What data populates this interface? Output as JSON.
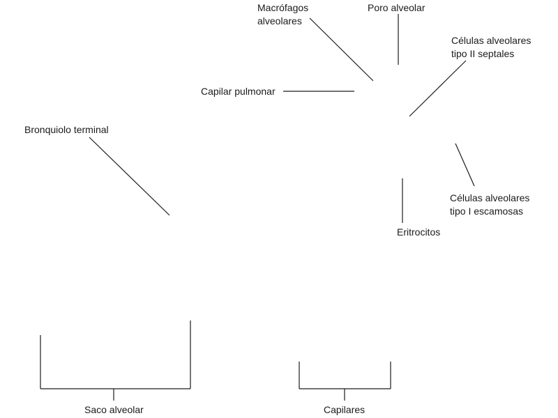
{
  "labels": {
    "macrofagos": [
      "Macrófagos",
      "alveolares"
    ],
    "poro": "Poro alveolar",
    "celulas_tipo2": [
      "Células alveolares",
      "tipo II septales"
    ],
    "capilar": "Capilar pulmonar",
    "bronquiolo": "Bronquiolo terminal",
    "celulas_tipo1": [
      "Células alveolares",
      "tipo I escamosas"
    ],
    "eritrocitos": "Eritrocitos",
    "saco": "Saco alveolar",
    "capilares": "Capilares"
  }
}
